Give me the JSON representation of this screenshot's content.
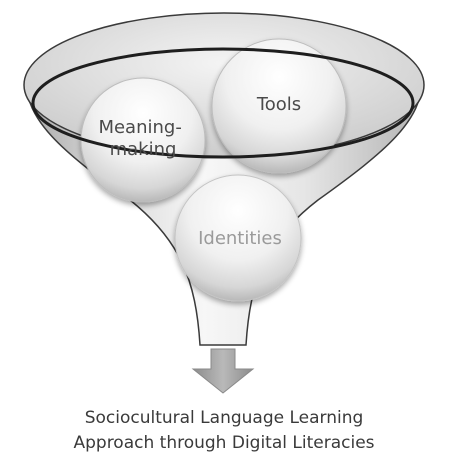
{
  "funnel": {
    "spheres": [
      {
        "id": "meaning-making",
        "lines": [
          "Meaning-",
          "making"
        ]
      },
      {
        "id": "tools",
        "lines": [
          "Tools"
        ]
      },
      {
        "id": "identities",
        "lines": [
          "Identities"
        ]
      }
    ]
  },
  "caption": {
    "line1": "Sociocultural Language Learning",
    "line2": "Approach through Digital Literacies"
  },
  "colors": {
    "funnel_stroke": "#2b2b2b",
    "sphere_text_dark": "#4a4a4a",
    "sphere_text_light": "#9a9a9a",
    "arrow_fill": "#9a9a9a",
    "caption_text": "#3a3a3a"
  }
}
